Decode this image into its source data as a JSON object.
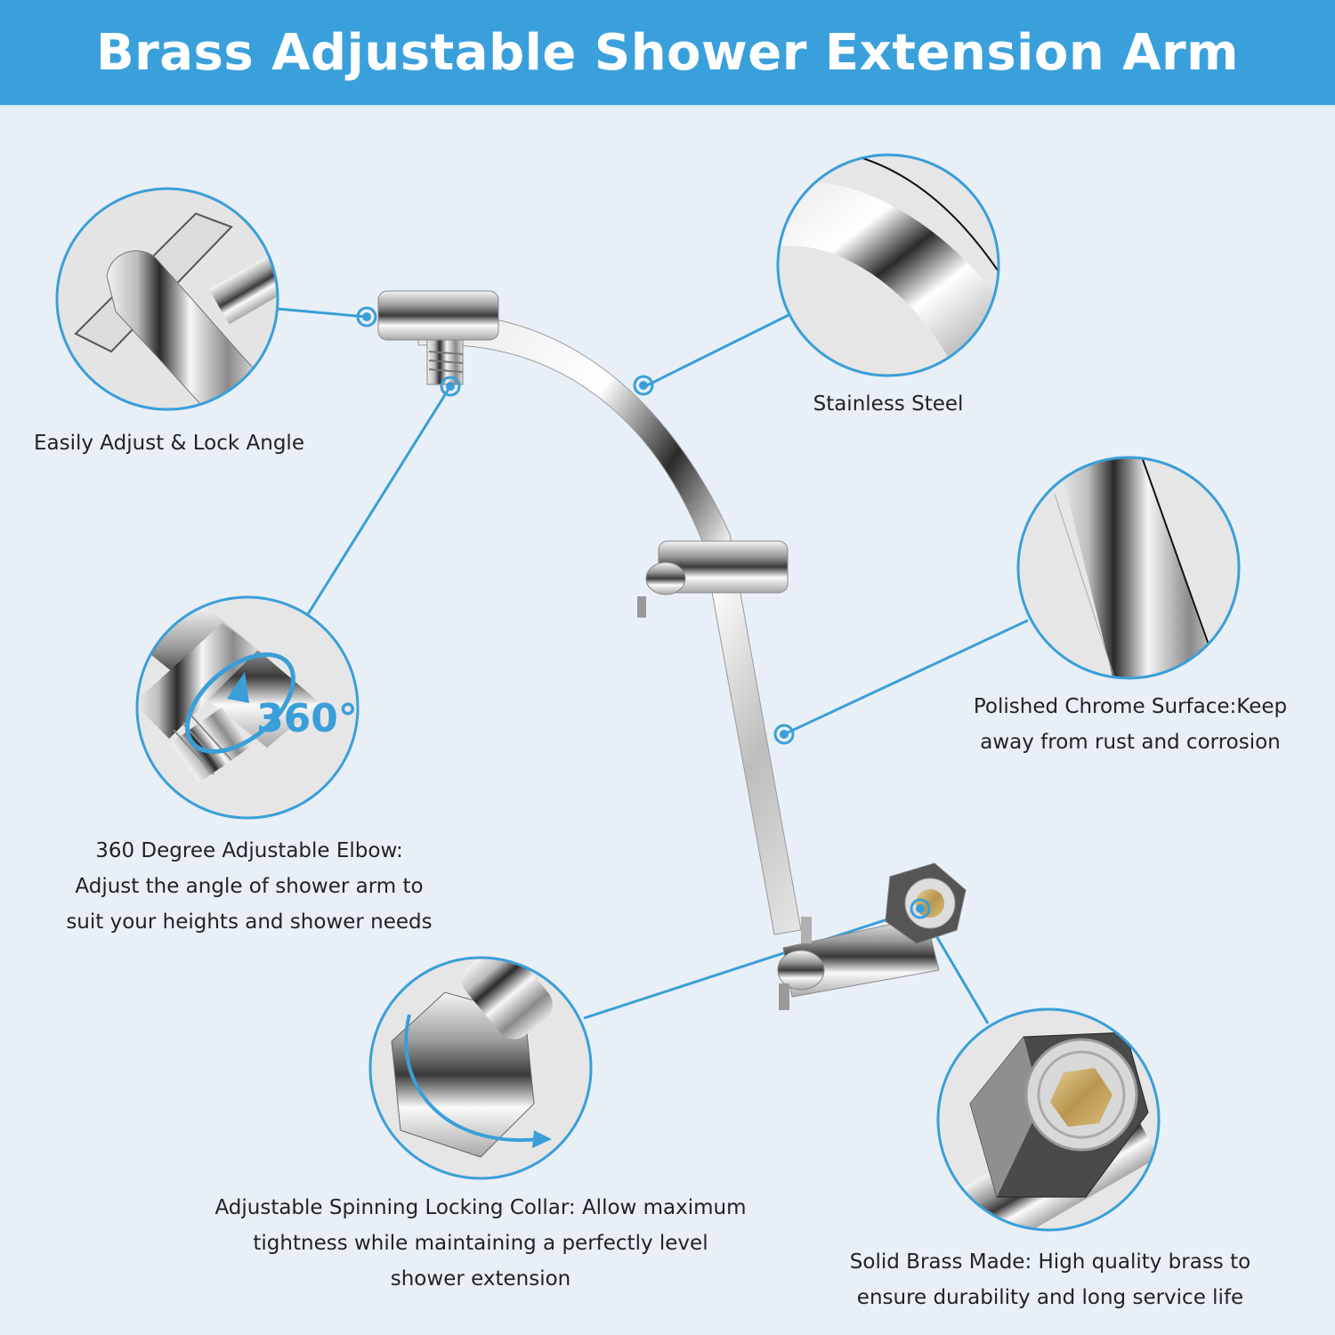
{
  "header": {
    "title": "Brass Adjustable Shower Extension Arm"
  },
  "colors": {
    "accent": "#3aa0dc",
    "background": "#e8eff7",
    "text": "#222222",
    "brass": "#c9a961"
  },
  "features": [
    {
      "id": "adjust-lock",
      "icon": "wing-lock-knob-closeup",
      "lines": [
        "Easily Adjust & Lock Angle"
      ]
    },
    {
      "id": "stainless",
      "icon": "curved-steel-tube-closeup",
      "lines": [
        "Stainless Steel"
      ]
    },
    {
      "id": "chrome",
      "icon": "straight-chrome-tube-closeup",
      "lines": [
        "Polished Chrome Surface:Keep",
        "away from rust and corrosion"
      ]
    },
    {
      "id": "elbow",
      "icon": "swivel-elbow-closeup",
      "badge": "360°",
      "lines": [
        "360 Degree Adjustable Elbow:",
        "Adjust the angle of shower arm to",
        "suit your heights and shower needs"
      ]
    },
    {
      "id": "collar",
      "icon": "hex-collar-closeup",
      "lines": [
        "Adjustable Spinning Locking Collar: Allow maximum",
        "tightness while maintaining a perfectly level",
        "shower extension"
      ]
    },
    {
      "id": "brass",
      "icon": "brass-hex-nut-closeup",
      "lines": [
        "Solid Brass Made: High quality brass to",
        "ensure durability and long service life"
      ]
    }
  ]
}
